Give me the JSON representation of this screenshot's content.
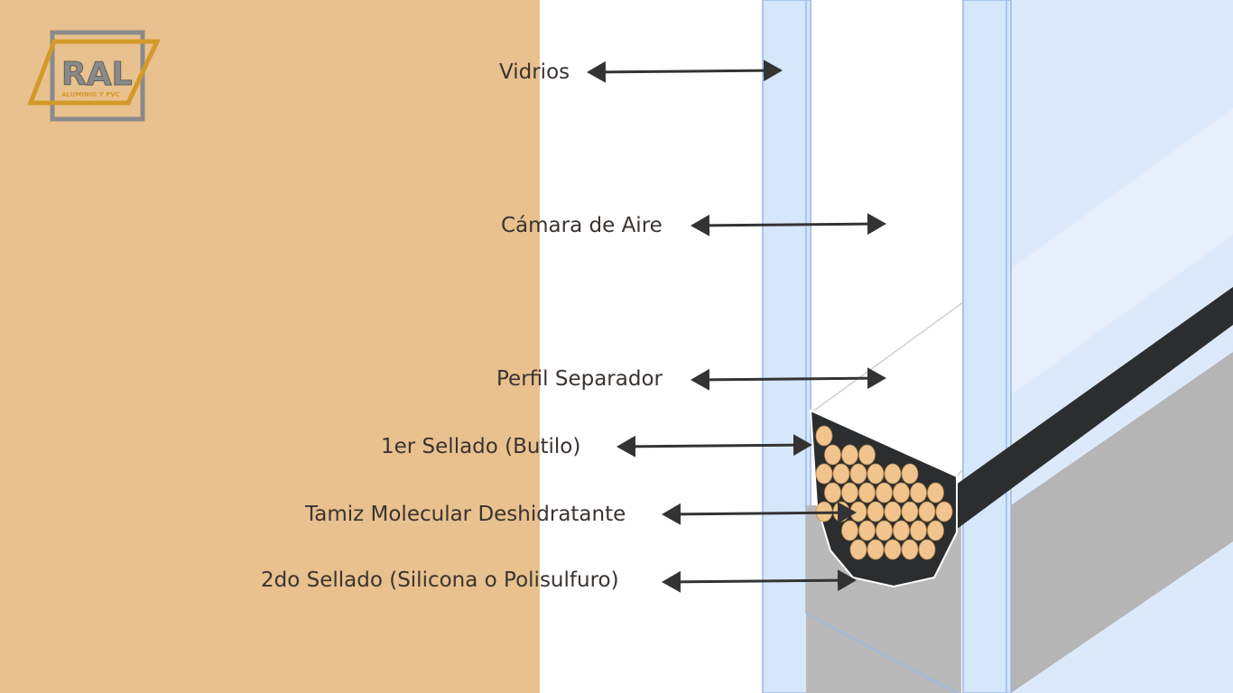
{
  "colors": {
    "left_panel": "#e8c18e",
    "glass": "#d6e6fb",
    "glass_edge": "#a9c5ee",
    "spacer_top": "#ffffff",
    "butyl": "#2b2d2f",
    "secondary_seal": "#b9b9b9",
    "desiccant_bead": "#f1c48d",
    "arrow": "#333333",
    "text": "#3a3330",
    "logo_gold": "#d39a2a",
    "logo_gray": "#8a8a8a"
  },
  "logo": {
    "name": "RAL",
    "tagline": "ALUMINIO Y PVC"
  },
  "diagram": {
    "labels": [
      {
        "id": "vidrios",
        "text": "Vidrios"
      },
      {
        "id": "camara",
        "text": "Cámara de Aire"
      },
      {
        "id": "perfil",
        "text": "Perfil Separador"
      },
      {
        "id": "butilo",
        "text": "1er Sellado (Butilo)"
      },
      {
        "id": "tamiz",
        "text": "Tamiz Molecular Deshidratante"
      },
      {
        "id": "sellado2",
        "text": "2do Sellado (Silicona o Polisulfuro)"
      }
    ]
  }
}
